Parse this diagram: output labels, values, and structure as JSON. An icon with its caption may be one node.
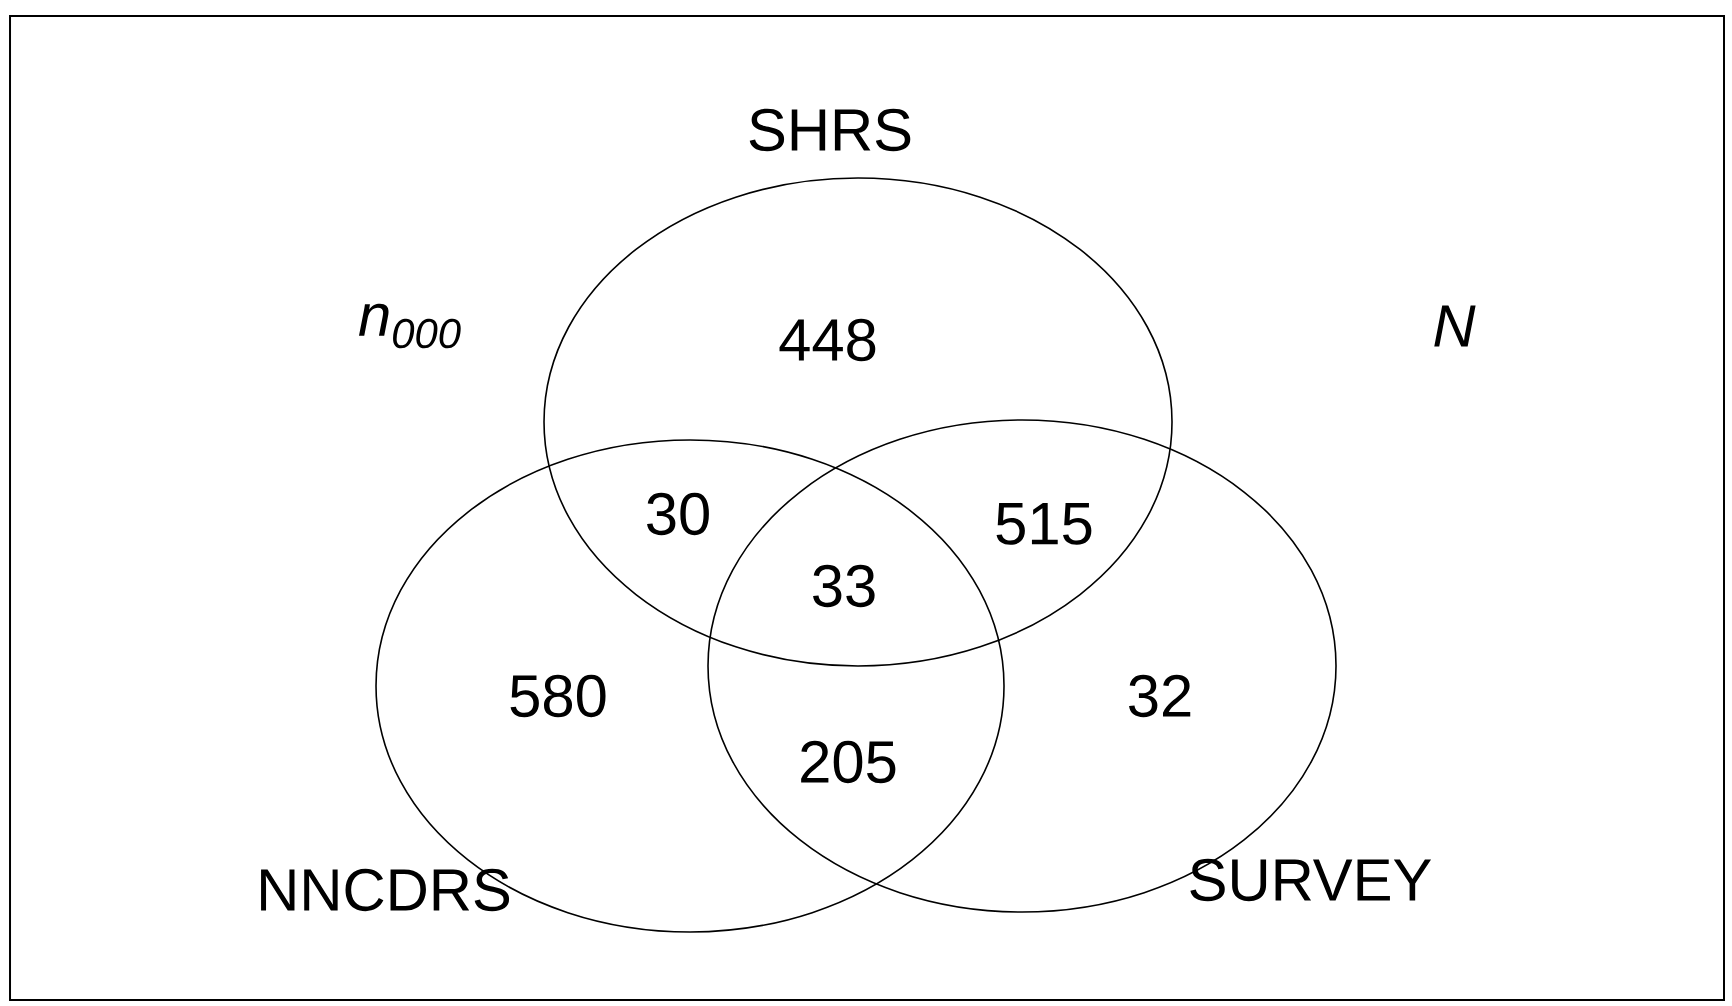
{
  "diagram": {
    "nodes": [
      {
        "text": [
          "SHRS"
        ]
      },
      {
        "text": [
          "NNCDRS"
        ]
      },
      {
        "text": [
          "SURVEY"
        ]
      }
    ],
    "labels": [
      "n$_{000}$",
      "448",
      "N",
      "30",
      "515",
      "33",
      "580",
      "32",
      "205"
    ]
  }
}
